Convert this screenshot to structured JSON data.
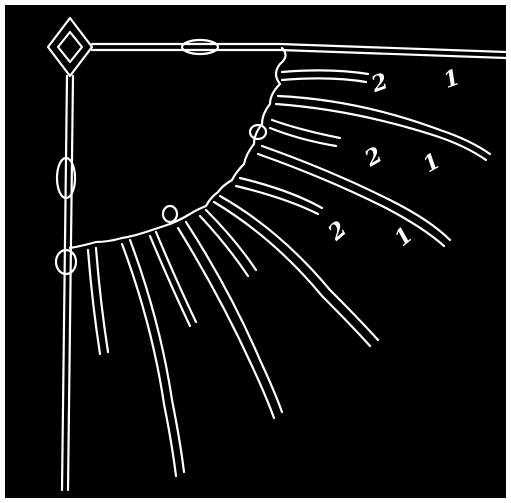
{
  "labels": {
    "row1_a": "2",
    "row1_b": "1",
    "row2_a": "2",
    "row2_b": "1",
    "row3_a": "2",
    "row3_b": "1"
  },
  "colors": {
    "background": "#000000",
    "line": "#ffffff",
    "frame": "#ffffff"
  }
}
